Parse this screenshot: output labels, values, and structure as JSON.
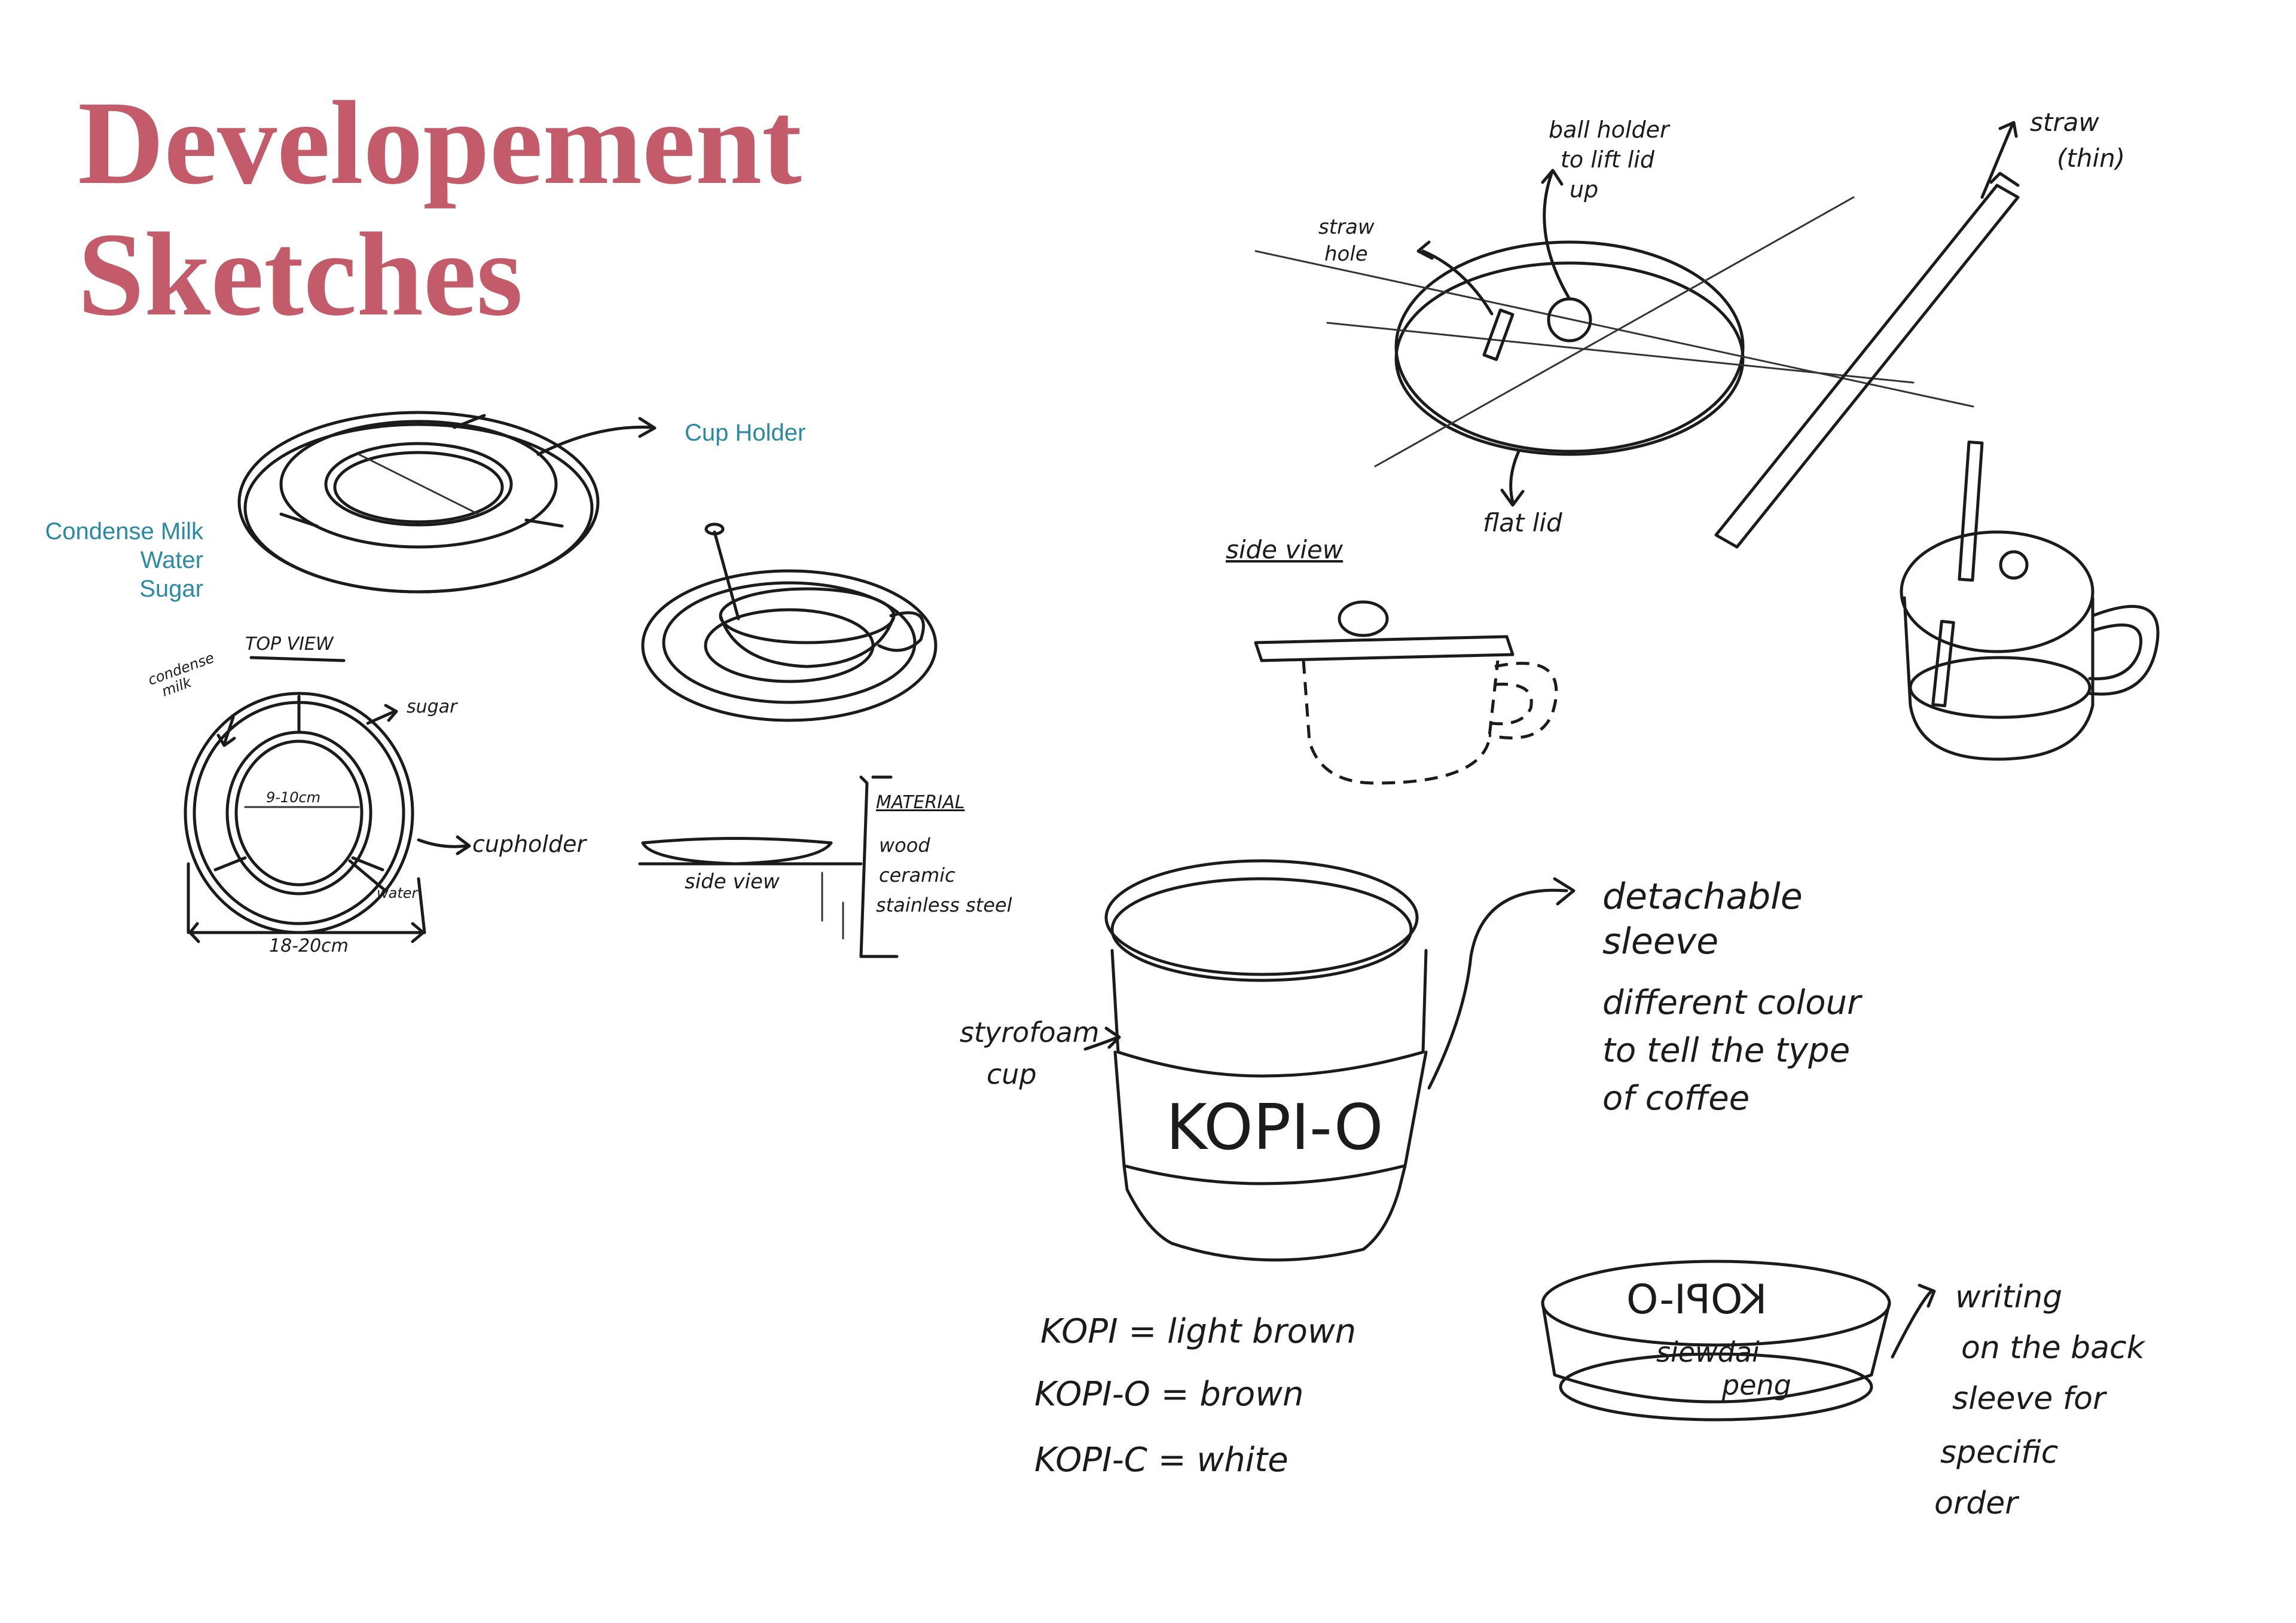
{
  "title": {
    "line1": "Developement",
    "line2": "Sketches"
  },
  "saucer_labels": {
    "cup_holder": "Cup Holder",
    "condense_milk": "Condense Milk",
    "water": "Water",
    "sugar": "Sugar"
  },
  "saucer_notes": {
    "top_view": "TOP VIEW",
    "condense": "condense",
    "milk": "milk",
    "sugar": "sugar",
    "inner_size": "9-10cm",
    "cupholder": "cupholder",
    "water": "water",
    "outer_size": "18-20cm",
    "side_view": "side view",
    "material_heading": "MATERIAL",
    "material_items": [
      "wood",
      "ceramic",
      "stainless steel"
    ]
  },
  "lid_notes": {
    "ball_holder_1": "ball holder",
    "ball_holder_2": "to lift lid",
    "ball_holder_3": "up",
    "straw_hole_1": "straw",
    "straw_hole_2": "hole",
    "straw_1": "straw",
    "straw_2": "(thin)",
    "flat_lid": "flat lid",
    "side_view": "side view"
  },
  "cup_notes": {
    "sleeve_text": "KOPI-O",
    "styrofoam_1": "styrofoam",
    "styrofoam_2": "cup",
    "detachable_1": "detachable",
    "detachable_2": "sleeve",
    "colour_1": "different colour",
    "colour_2": "to tell the type",
    "colour_3": "of coffee",
    "legend": [
      "KOPI = light brown",
      "KOPI-O = brown",
      "KOPI-C = white"
    ],
    "sleeve_back_1": "KOPI-O",
    "sleeve_back_2": "siewdai",
    "sleeve_back_3": "peng",
    "writing": [
      "writing",
      "on the back",
      "sleeve for",
      "specific",
      "order"
    ]
  }
}
